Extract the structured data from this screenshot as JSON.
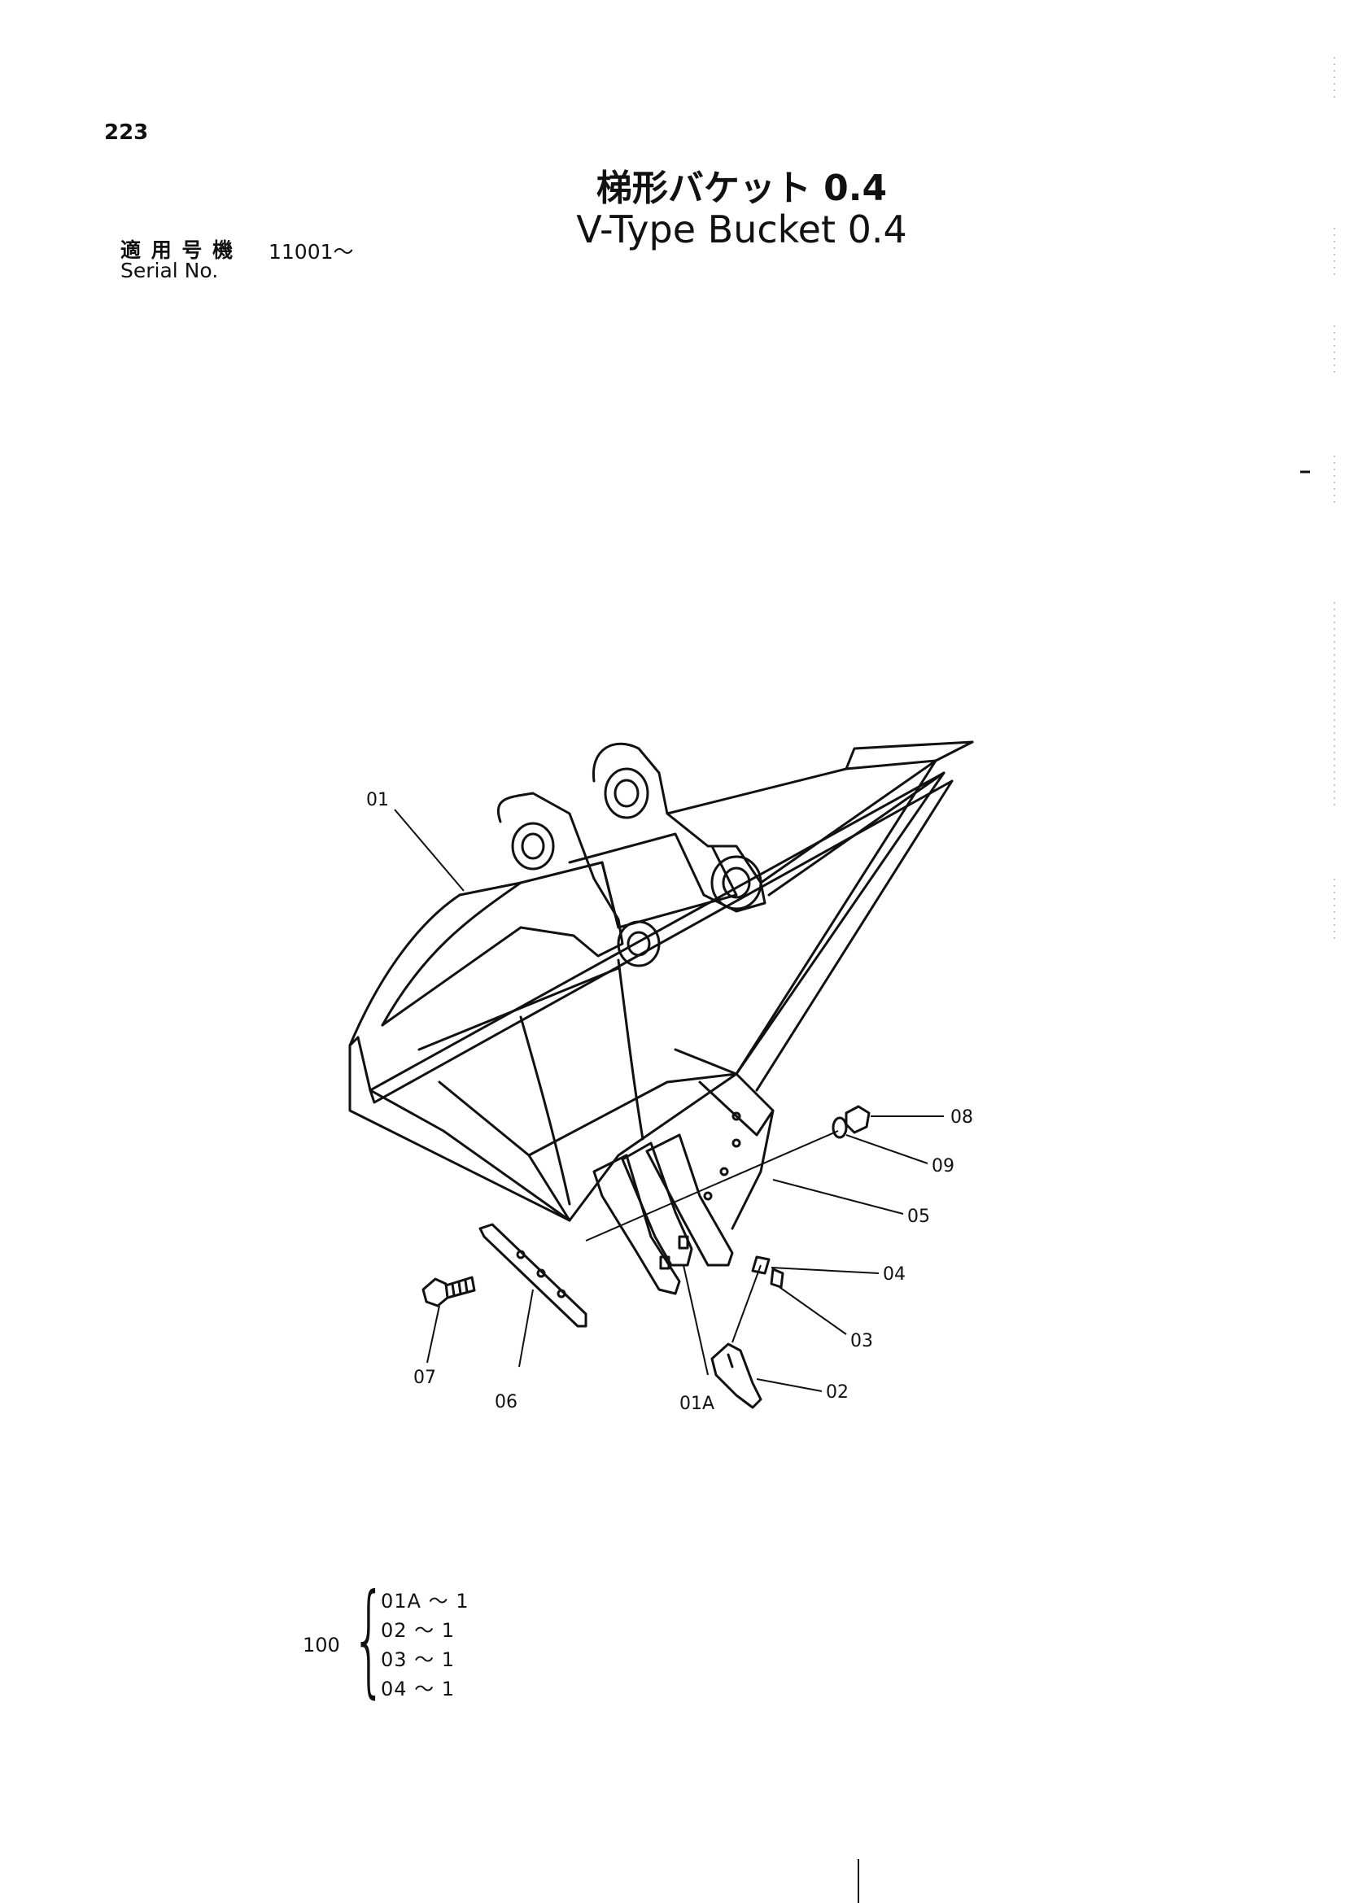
{
  "page_number": "223",
  "title_jp": "梯形バケット 0.4",
  "title_en": "V-Type Bucket 0.4",
  "serial_label_jp": "適 用 号 機",
  "serial_range": "11001〜",
  "serial_label_en": "Serial No.",
  "callouts": {
    "c01": "01",
    "c01A": "01A",
    "c02": "02",
    "c03": "03",
    "c04": "04",
    "c05": "05",
    "c06": "06",
    "c07": "07",
    "c08": "08",
    "c09": "09"
  },
  "kit": {
    "label": "100",
    "items": [
      "01A ～ 1",
      "02  ～ 1",
      "03  ～ 1",
      "04  ～ 1"
    ]
  }
}
